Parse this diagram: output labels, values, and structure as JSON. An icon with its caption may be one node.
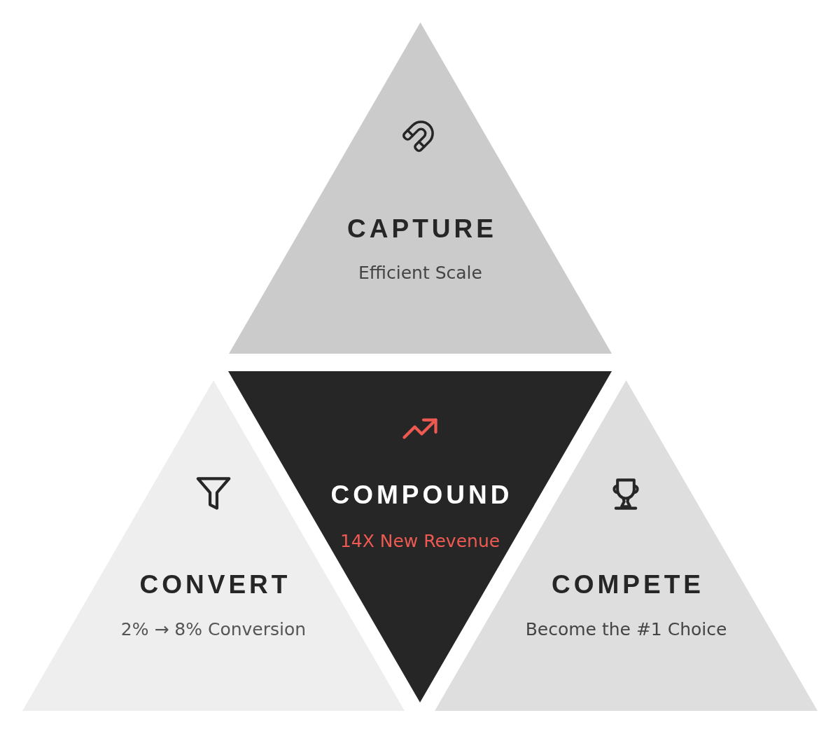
{
  "diagram": {
    "nodes": [
      {
        "text": [
          "CAPTURE",
          "Efficient Scale"
        ]
      },
      {
        "text": [
          "CONVERT",
          "2% → 8% Conversion"
        ]
      },
      {
        "text": [
          "COMPOUND",
          "14X New Revenue"
        ]
      },
      {
        "text": [
          "COMPETE",
          "Become the #1 Choice"
        ]
      }
    ]
  }
}
